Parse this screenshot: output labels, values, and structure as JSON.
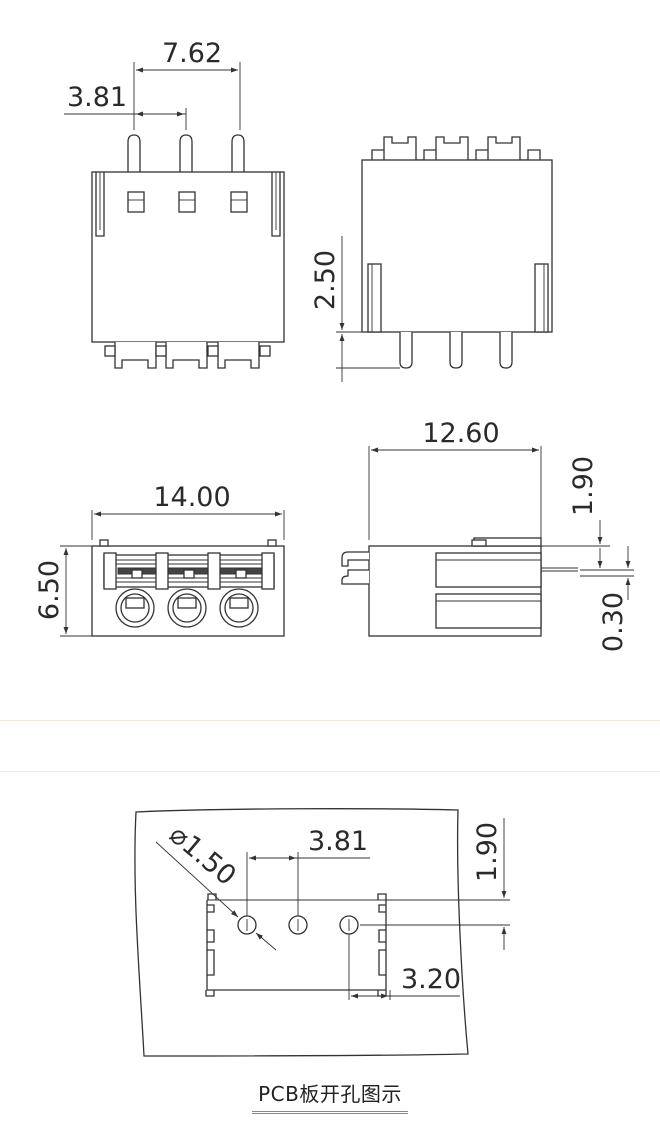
{
  "dimensions": {
    "pitch_double": "7.62",
    "pitch": "3.81",
    "pin_length": "2.50",
    "depth": "12.60",
    "offset_1_90": "1.90",
    "width": "14.00",
    "height": "6.50",
    "offset_0_30": "0.30"
  },
  "pcb": {
    "hole_dia": "⌀1.50",
    "pitch": "3.81",
    "offset_1_90": "1.90",
    "offset_3_20": "3.20",
    "caption": "PCB板开孔图示"
  },
  "colors": {
    "line": "#333333",
    "separator": "#efe9d8"
  }
}
